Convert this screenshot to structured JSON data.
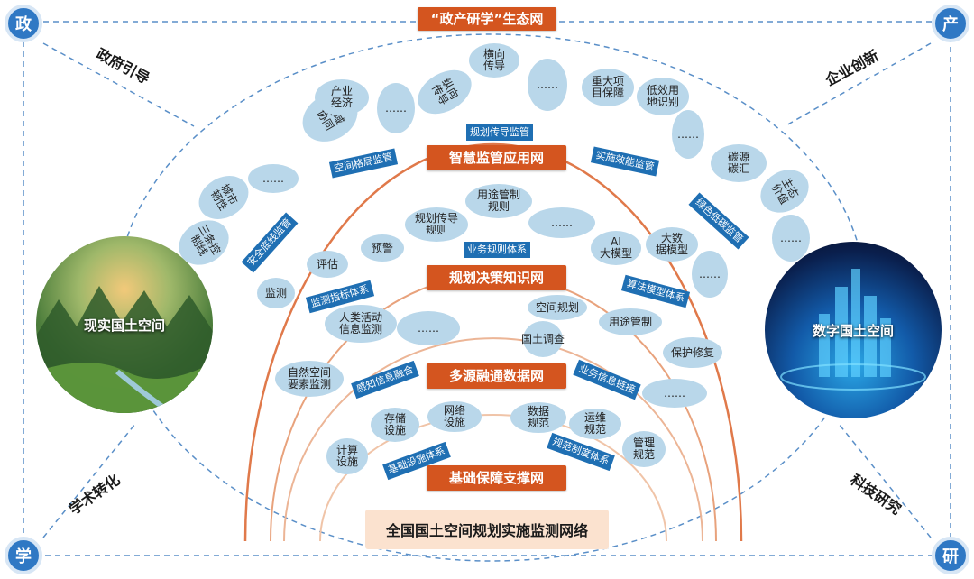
{
  "title": "“政产研学”生态网",
  "corners": {
    "tl": "政",
    "tr": "产",
    "bl": "学",
    "br": "研"
  },
  "sides": {
    "gov": "政府引导",
    "ent": "企业创新",
    "acad": "学术转化",
    "tech": "科技研究"
  },
  "real_space": "现实国土空间",
  "digital_space": "数字国土空间",
  "base_label": "全国国土空间规划实施监测网络",
  "layers": {
    "l1": "智慧监管应用网",
    "l2": "规划决策知识网",
    "l3": "多源融通数据网",
    "l4": "基础保障支撑网"
  },
  "boxes": {
    "kjgj": "空间格局监管",
    "ghcd": "规划传导监管",
    "sszn": "实施效能监管",
    "aqdx": "安全底线监管",
    "lsdt": "绿色低碳监管",
    "ywgz": "业务规则体系",
    "jczb": "监测指标体系",
    "sfmx": "算法模型体系",
    "gzxx": "感知信息融合",
    "ywxx": "业务信息链接",
    "jcss": "基础设施体系",
    "gfzd": "规范制度体系"
  },
  "ellipses": {
    "qyxt": "区域\n协同",
    "cyjj": "产业\n经济",
    "dots1": "……",
    "zxcd": "纵向\n传导",
    "hxcd": "横向\n传导",
    "dots2": "……",
    "zdxm": "重大项\n目保障",
    "dxyd": "低效用\n地识别",
    "dots3": "……",
    "tyrx": "城市\n韧性",
    "dots4": "……",
    "sthx": "碳源\n碳汇",
    "stjz": "生态\n价值",
    "dots5": "……",
    "stlx": "三条控\n制线",
    "ghcdgz": "规划传导\n规则",
    "ytgz": "用途管制\n规则",
    "dots6": "……",
    "ai": "AI\n大模型",
    "dsj": "大数\n据模型",
    "dots7": "……",
    "jc": "监测",
    "pg": "评估",
    "yj": "预警",
    "rlhd": "人类活动\n信息监测",
    "dots8": "……",
    "zrkj": "自然空间\n要素监测",
    "kjgh": "空间规划",
    "gtdc": "国土调查",
    "ytgzw": "用途管制",
    "bhxf": "保护修复",
    "dots9": "……",
    "ccss": "存储\n设施",
    "wlss": "网络\n设施",
    "jsss": "计算\n设施",
    "sjgf": "数据\n规范",
    "ywgf": "运维\n规范",
    "glgf": "管理\n规范"
  }
}
